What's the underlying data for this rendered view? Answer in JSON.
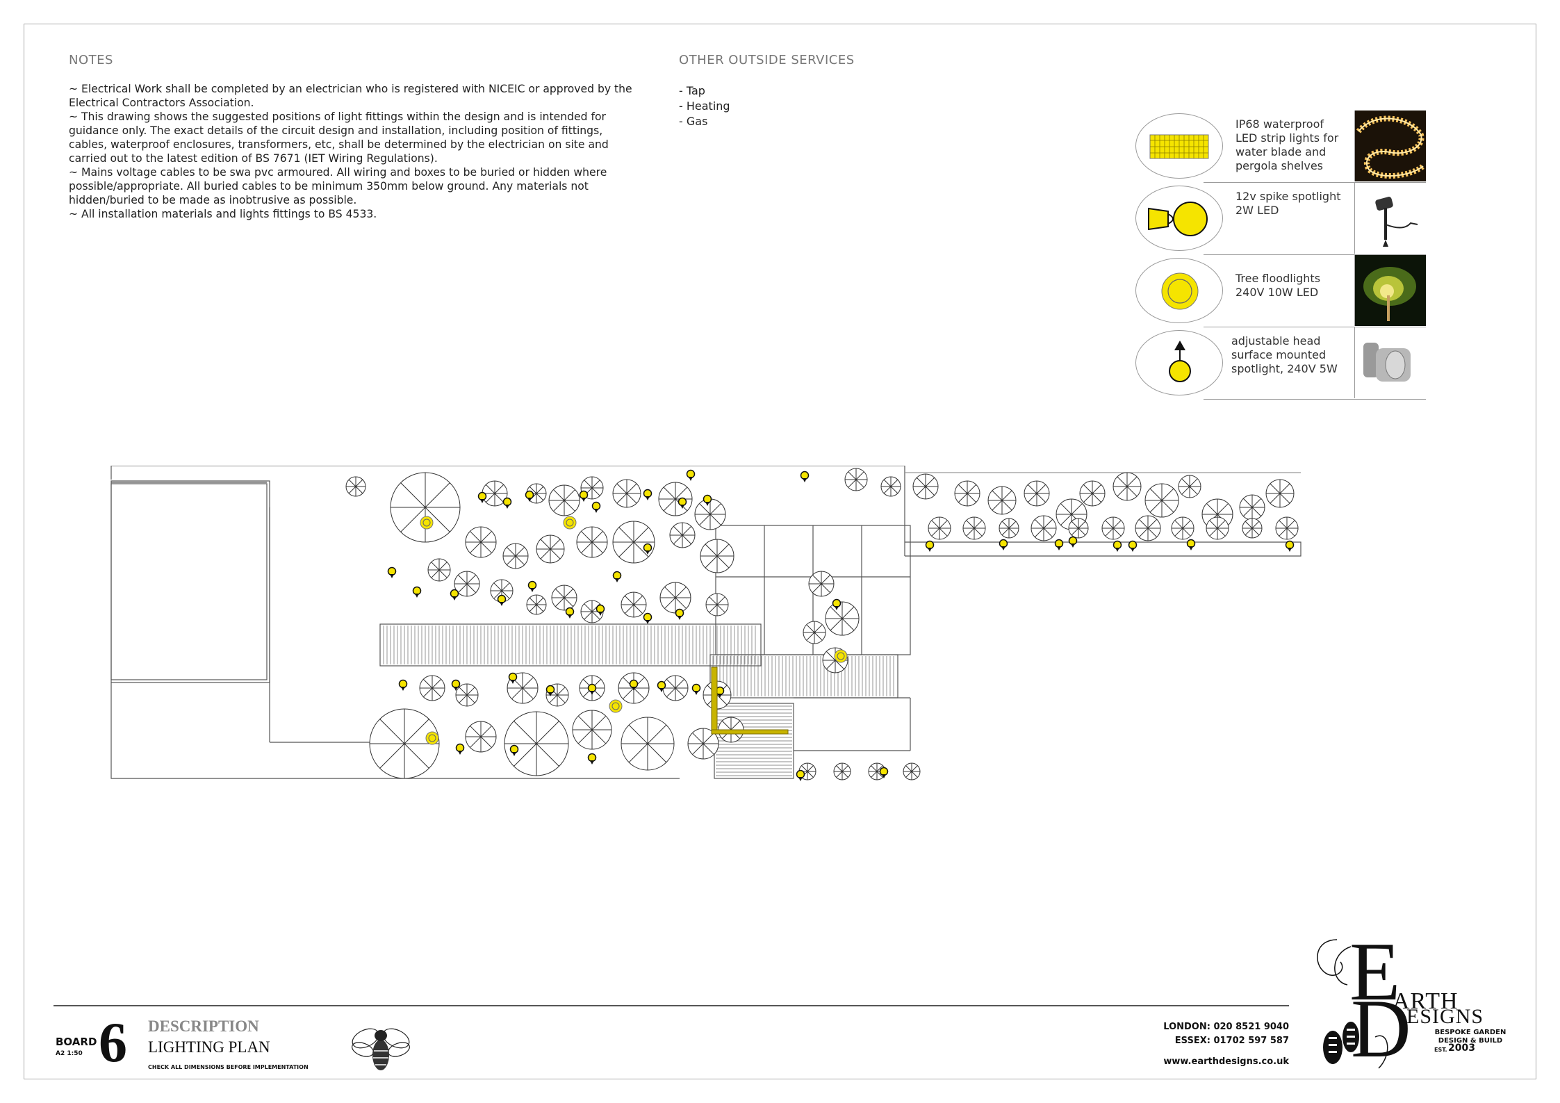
{
  "notes": {
    "title": "NOTES",
    "paragraphs": [
      "~ Electrical Work shall be completed by an electrician who is registered with NICEIC or approved by the Electrical Contractors Association.",
      "~ This drawing shows the suggested positions of light fittings within the design and is intended for guidance only. The exact details of the circuit design and installation, including position of fittings, cables, waterproof enclosures, transformers, etc, shall be determined by the electrician on site and carried out to the latest edition of BS 7671 (IET Wiring Regulations).",
      "~ Mains voltage cables to be swa pvc armoured. All wiring and boxes to be buried or hidden where possible/appropriate. All buried cables to be minimum 350mm below ground. Any materials not hidden/buried to be made as inobtrusive as possible.",
      "~ All installation materials and lights fittings to BS 4533."
    ]
  },
  "services": {
    "title": "OTHER OUTSIDE SERVICES",
    "items": [
      "Tap",
      "Heating",
      "Gas"
    ]
  },
  "legend": {
    "items": [
      {
        "text": "IP68 waterproof LED strip lights for water blade and pergola shelves",
        "symbol": "led-strip-icon",
        "photo": "led-strip-photo"
      },
      {
        "text": "12v spike spotlight 2W LED",
        "symbol": "spike-spotlight-icon",
        "photo": "spike-spotlight-photo"
      },
      {
        "text": "Tree floodlights 240V 10W LED",
        "symbol": "tree-floodlight-icon",
        "photo": "tree-floodlight-photo"
      },
      {
        "text": "adjustable head surface mounted spotlight, 240V 5W",
        "symbol": "wall-spotlight-icon",
        "photo": "wall-spotlight-photo"
      }
    ]
  },
  "colors": {
    "light_yellow": "#f5e400",
    "line": "#555555",
    "frame": "#a9a9a9"
  },
  "footer": {
    "board_label": "BOARD",
    "board_scale": "A2 1:50",
    "board_number": "6",
    "description_title": "DESCRIPTION",
    "description_value": "LIGHTING PLAN",
    "check_note": "CHECK ALL DIMENSIONS BEFORE IMPLEMENTATION",
    "contact_lines": [
      "LONDON: 020 8521 9040",
      "ESSEX: 01702 597 587"
    ],
    "website": "www.earthdesigns.co.uk"
  },
  "logo": {
    "letter_e": "E",
    "arth": "ARTH",
    "letter_d": "D",
    "esigns": "ESIGNS",
    "tagline": "BESPOKE GARDEN DESIGN & BUILD",
    "est": "EST.",
    "year": "2003"
  }
}
